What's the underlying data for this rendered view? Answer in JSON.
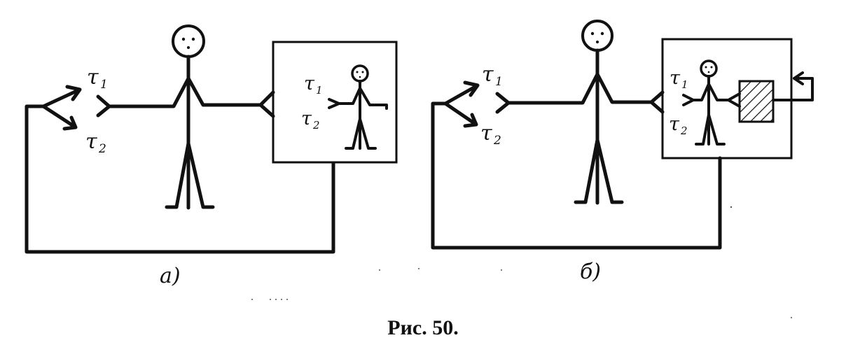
{
  "panels": [
    {
      "label": "a)",
      "outer_signals": [
        {
          "symbol": "τ",
          "index": "1"
        },
        {
          "symbol": "τ",
          "index": "2"
        }
      ],
      "inner_signals": [
        {
          "symbol": "τ",
          "index": "1"
        },
        {
          "symbol": "τ",
          "index": "2"
        }
      ]
    },
    {
      "label": "б)",
      "outer_signals": [
        {
          "symbol": "τ",
          "index": "1"
        },
        {
          "symbol": "τ",
          "index": "2"
        }
      ],
      "inner_signals": [
        {
          "symbol": "τ",
          "index": "1"
        },
        {
          "symbol": "τ",
          "index": "2"
        }
      ]
    }
  ],
  "caption": "Рис. 50."
}
